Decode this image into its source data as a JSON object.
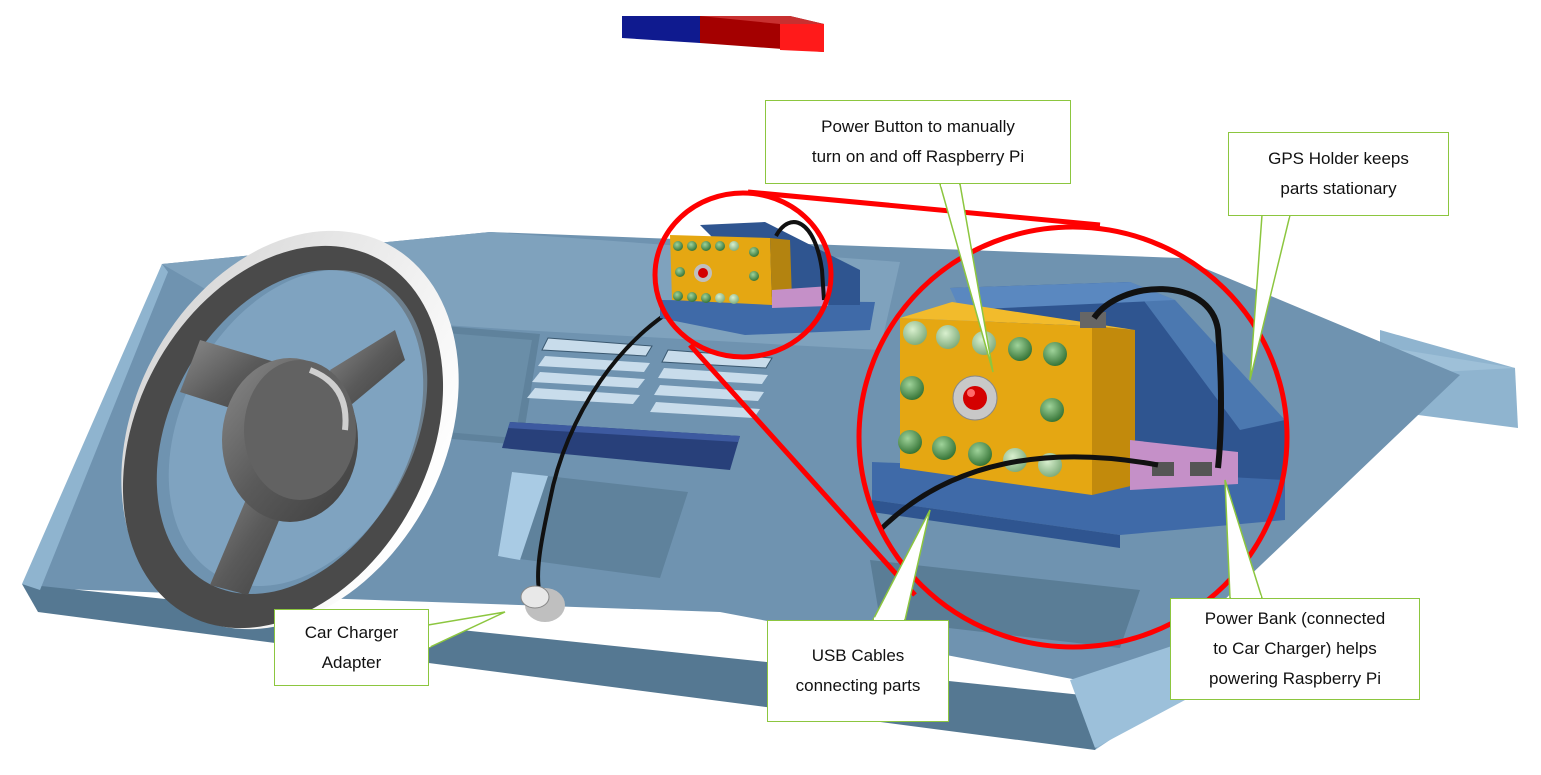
{
  "callouts": {
    "power_button": {
      "lines": [
        "Power Button to manually",
        "turn on and off Raspberry Pi"
      ]
    },
    "gps_holder": {
      "lines": [
        "GPS Holder keeps",
        "parts stationary"
      ]
    },
    "car_charger": {
      "lines": [
        "Car Charger",
        "Adapter"
      ]
    },
    "usb_cables": {
      "lines": [
        "USB Cables",
        "connecting parts"
      ]
    },
    "power_bank": {
      "lines": [
        "Power Bank (connected",
        "to Car Charger) helps",
        "powering Raspberry Pi"
      ]
    }
  },
  "colors": {
    "dashboard": "#6f93b0",
    "dashboard_light": "#8fb4cf",
    "dashboard_dark": "#4f6f88",
    "steering_wheel": "#5f5f5f",
    "raspberry_pi_case": "#e5a712",
    "power_bank": "#c590c8",
    "holder": "#4b78b0",
    "cable": "#111111",
    "zoom_circle": "#ff0000",
    "callout_border": "#8cc63f"
  }
}
